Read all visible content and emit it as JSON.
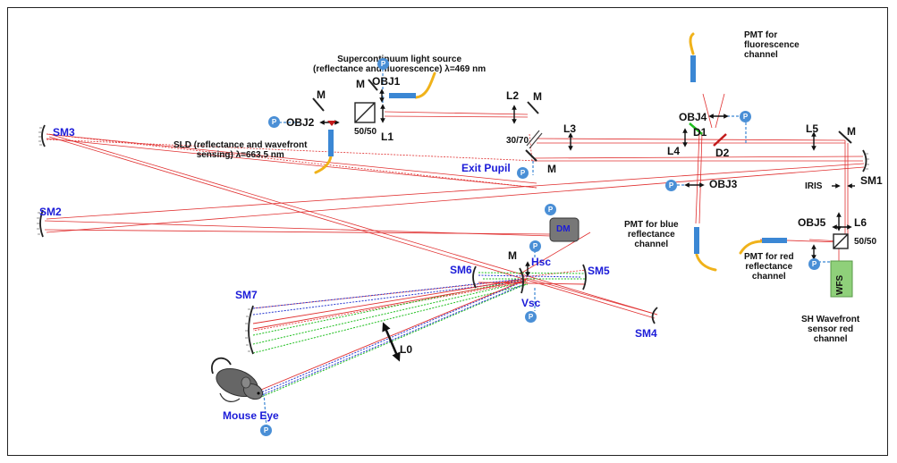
{
  "labels": {
    "supercontinuum": "Supercontinuum light source\n(reflectance and fluorescence) λ=469 nm",
    "sld": "SLD (reflectance and wavefront\nsensing) λ=663.5 nm",
    "pmt_fluor": "PMT for\nfluorescence\nchannel",
    "pmt_blue": "PMT for blue\nreflectance\nchannel",
    "pmt_red": "PMT for red\nreflectance\nchannel",
    "wfs_text": "SH Wavefront\nsensor red\nchannel",
    "obj1": "OBJ1",
    "obj2": "OBJ2",
    "obj3": "OBJ3",
    "obj4": "OBJ4",
    "obj5": "OBJ5",
    "m": "M",
    "l0": "L0",
    "l1": "L1",
    "l2": "L2",
    "l3": "L3",
    "l4": "L4",
    "l5": "L5",
    "l6": "L6",
    "bs_5050_a": "50/50",
    "bs_3070": "30/70",
    "bs_5050_b": "50/50",
    "d1": "D1",
    "d2": "D2",
    "iris": "IRIS",
    "exit_pupil": "Exit Pupil",
    "sm1": "SM1",
    "sm2": "SM2",
    "sm3": "SM3",
    "sm4": "SM4",
    "sm5": "SM5",
    "sm6": "SM6",
    "sm7": "SM7",
    "hsc": "Hsc",
    "vsc": "Vsc",
    "mouse_eye": "Mouse Eye",
    "dm": "DM",
    "wfs": "WFS",
    "p": "P"
  },
  "colors": {
    "red_beam": "#e03030",
    "green_beam": "#1fbf1f",
    "blue_beam": "#2a3ad0",
    "fiber": "#f0b21a",
    "coupler": "#3b87d4",
    "badge": "#4a8fd6",
    "label_blue": "#1b1bd8",
    "dm_fill": "#777777",
    "wfs_fill": "#8fd07a"
  },
  "icons": [
    "mirror-icon",
    "lens-icon",
    "beam-splitter-icon",
    "photodiode-icon",
    "mouse-icon",
    "deformable-mirror-icon"
  ]
}
